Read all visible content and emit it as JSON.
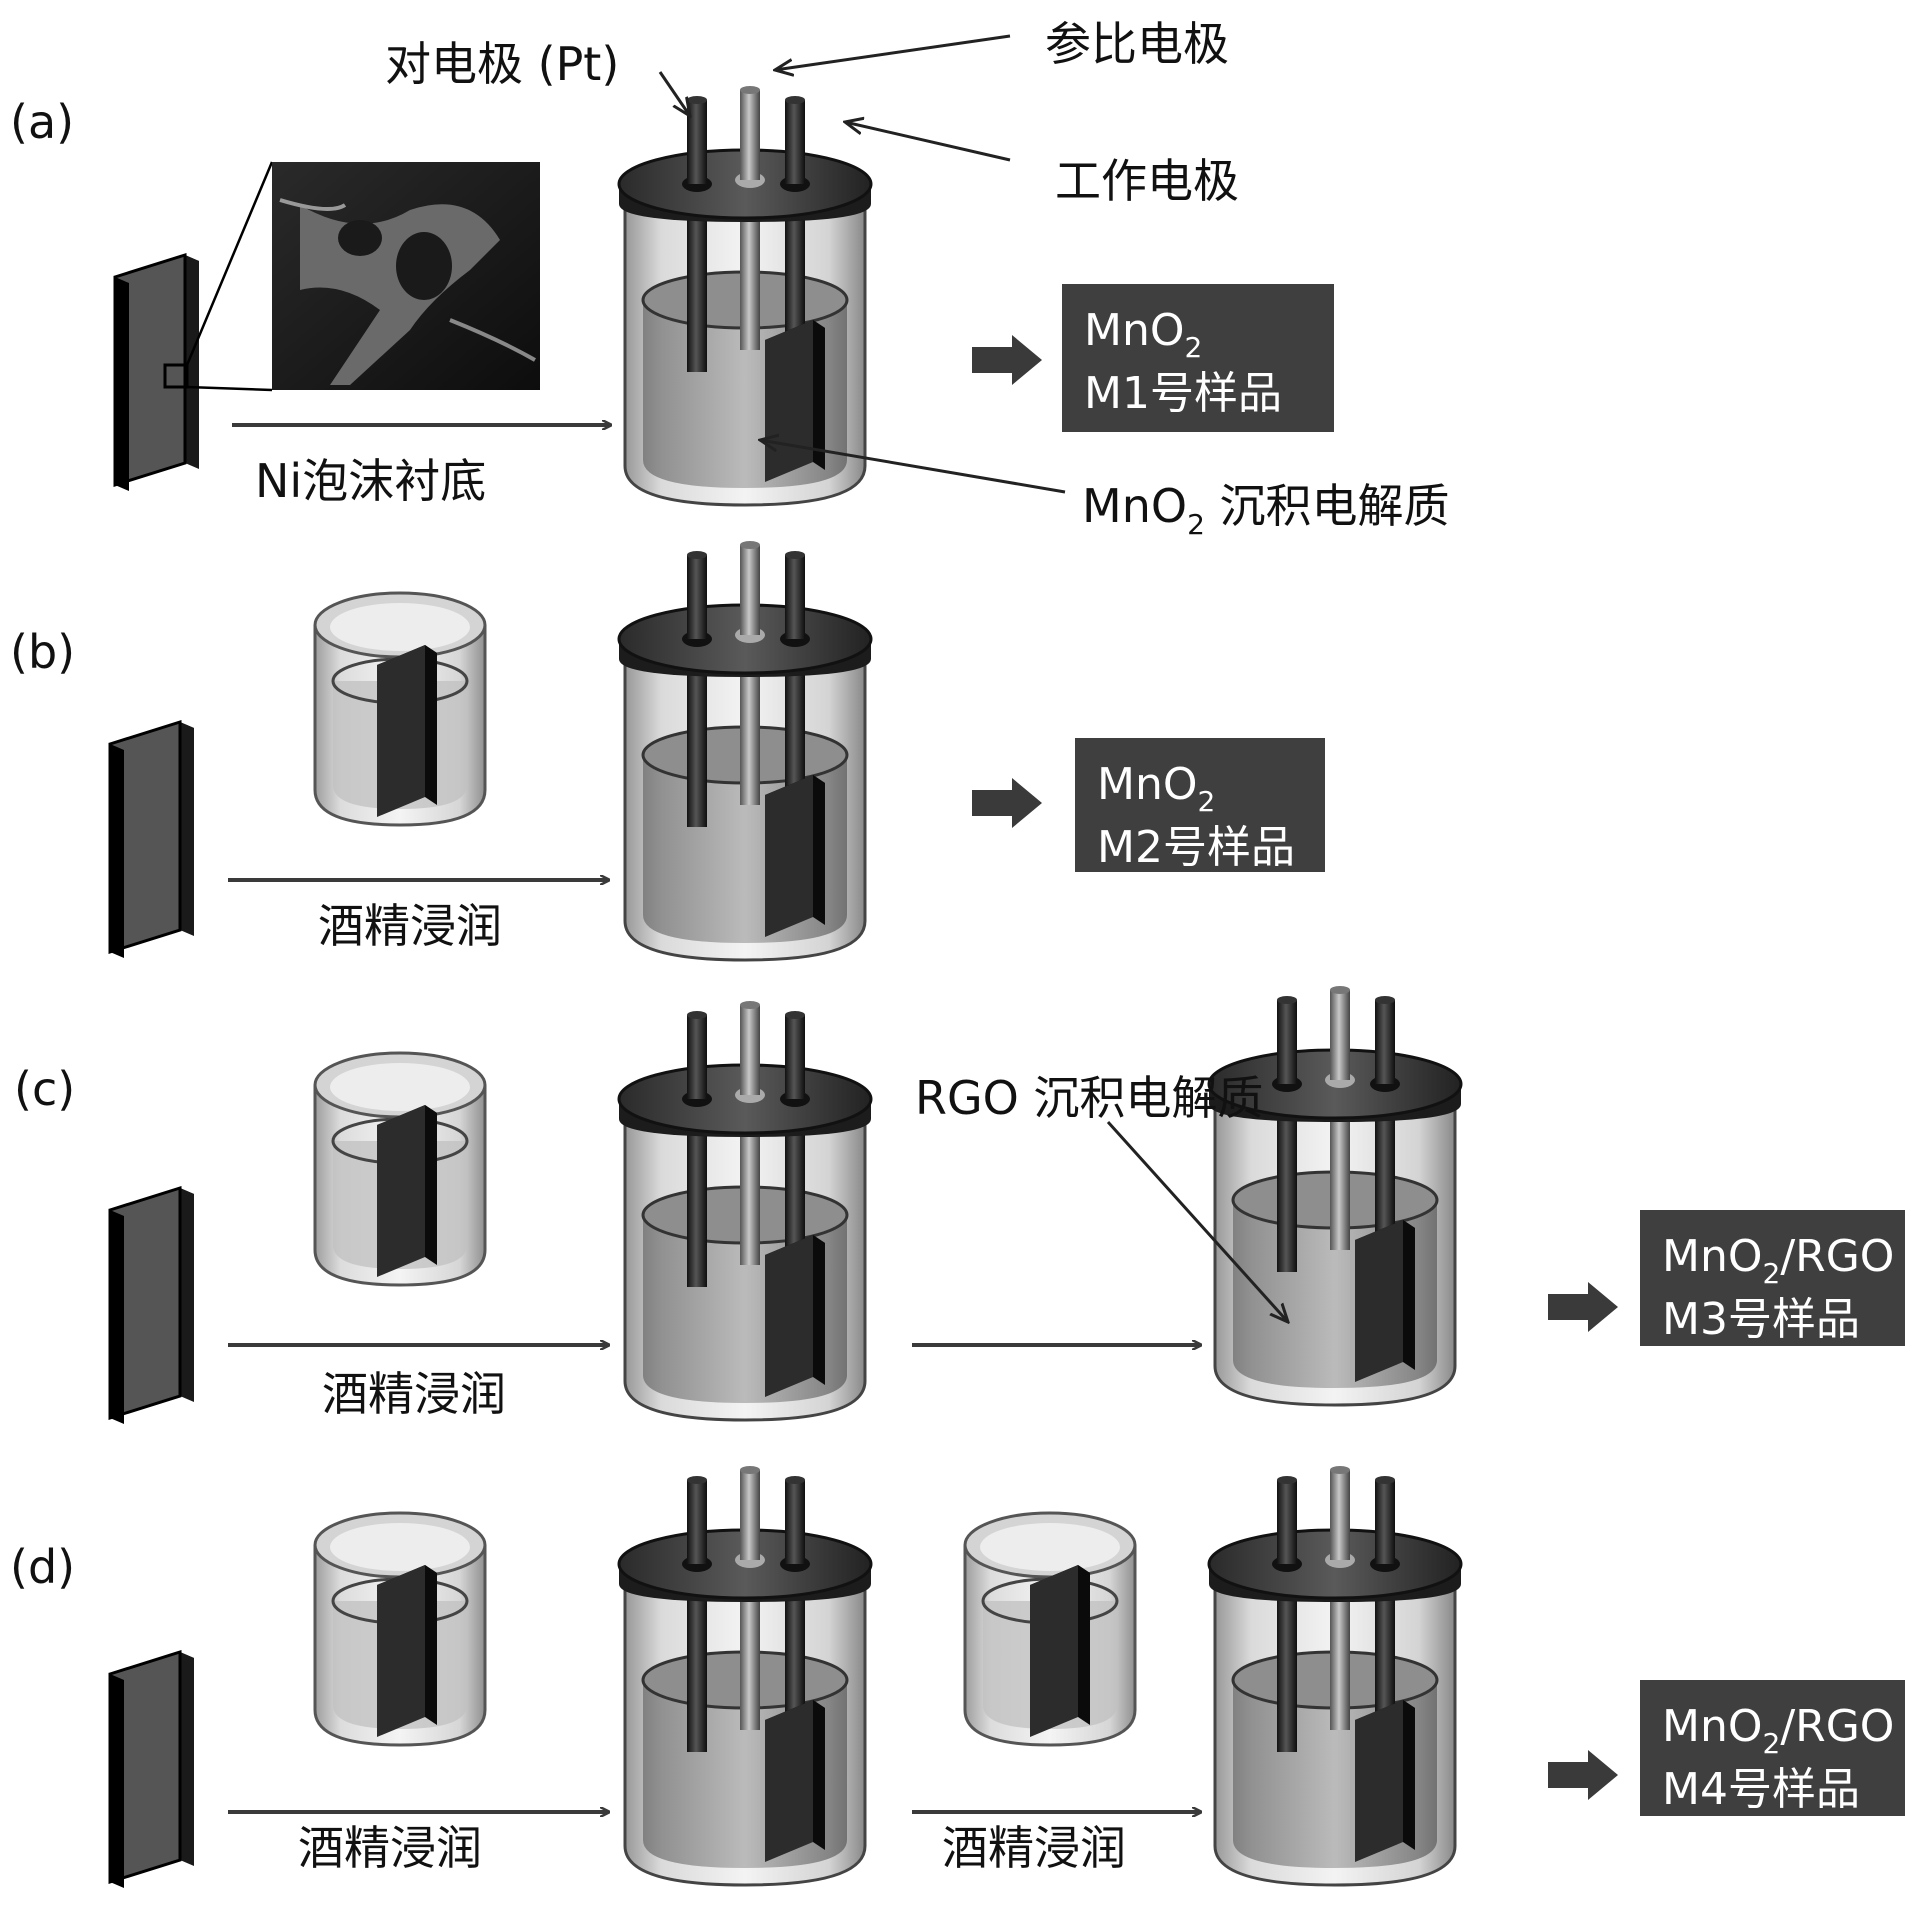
{
  "panels": {
    "a": "(a)",
    "b": "(b)",
    "c": "(c)",
    "d": "(d)"
  },
  "callouts": {
    "counter_electrode": "对电极 (Pt)",
    "reference_electrode": "参比电极",
    "working_electrode": "工作电极",
    "mno2_electrolyte_prefix": "MnO",
    "mno2_electrolyte_sub": "2",
    "mno2_electrolyte_suffix": " 沉积电解质",
    "rgo_electrolyte": "RGO 沉积电解质"
  },
  "captions": {
    "ni_foam": "Ni泡沫衬底",
    "alcohol_b": "酒精浸润",
    "alcohol_c": "酒精浸润",
    "alcohol_d1": "酒精浸润",
    "alcohol_d2": "酒精浸润"
  },
  "results": {
    "m1": {
      "l1_main": "MnO",
      "l1_sub": "2",
      "l1_tail": "",
      "l2": "M1号样品"
    },
    "m2": {
      "l1_main": "MnO",
      "l1_sub": "2",
      "l1_tail": "",
      "l2": "M2号样品"
    },
    "m3": {
      "l1_main": "MnO",
      "l1_sub": "2",
      "l1_tail": "/RGO",
      "l2": "M3号样品"
    },
    "m4": {
      "l1_main": "MnO",
      "l1_sub": "2",
      "l1_tail": "/RGO",
      "l2": "M4号样品"
    }
  },
  "colors": {
    "electrode_dark": "#262626",
    "reference_gray": "#8a8a8a",
    "lid": "#3c3c3c",
    "result_box": "#3f3f3f",
    "arrow": "#3a3a3a"
  }
}
